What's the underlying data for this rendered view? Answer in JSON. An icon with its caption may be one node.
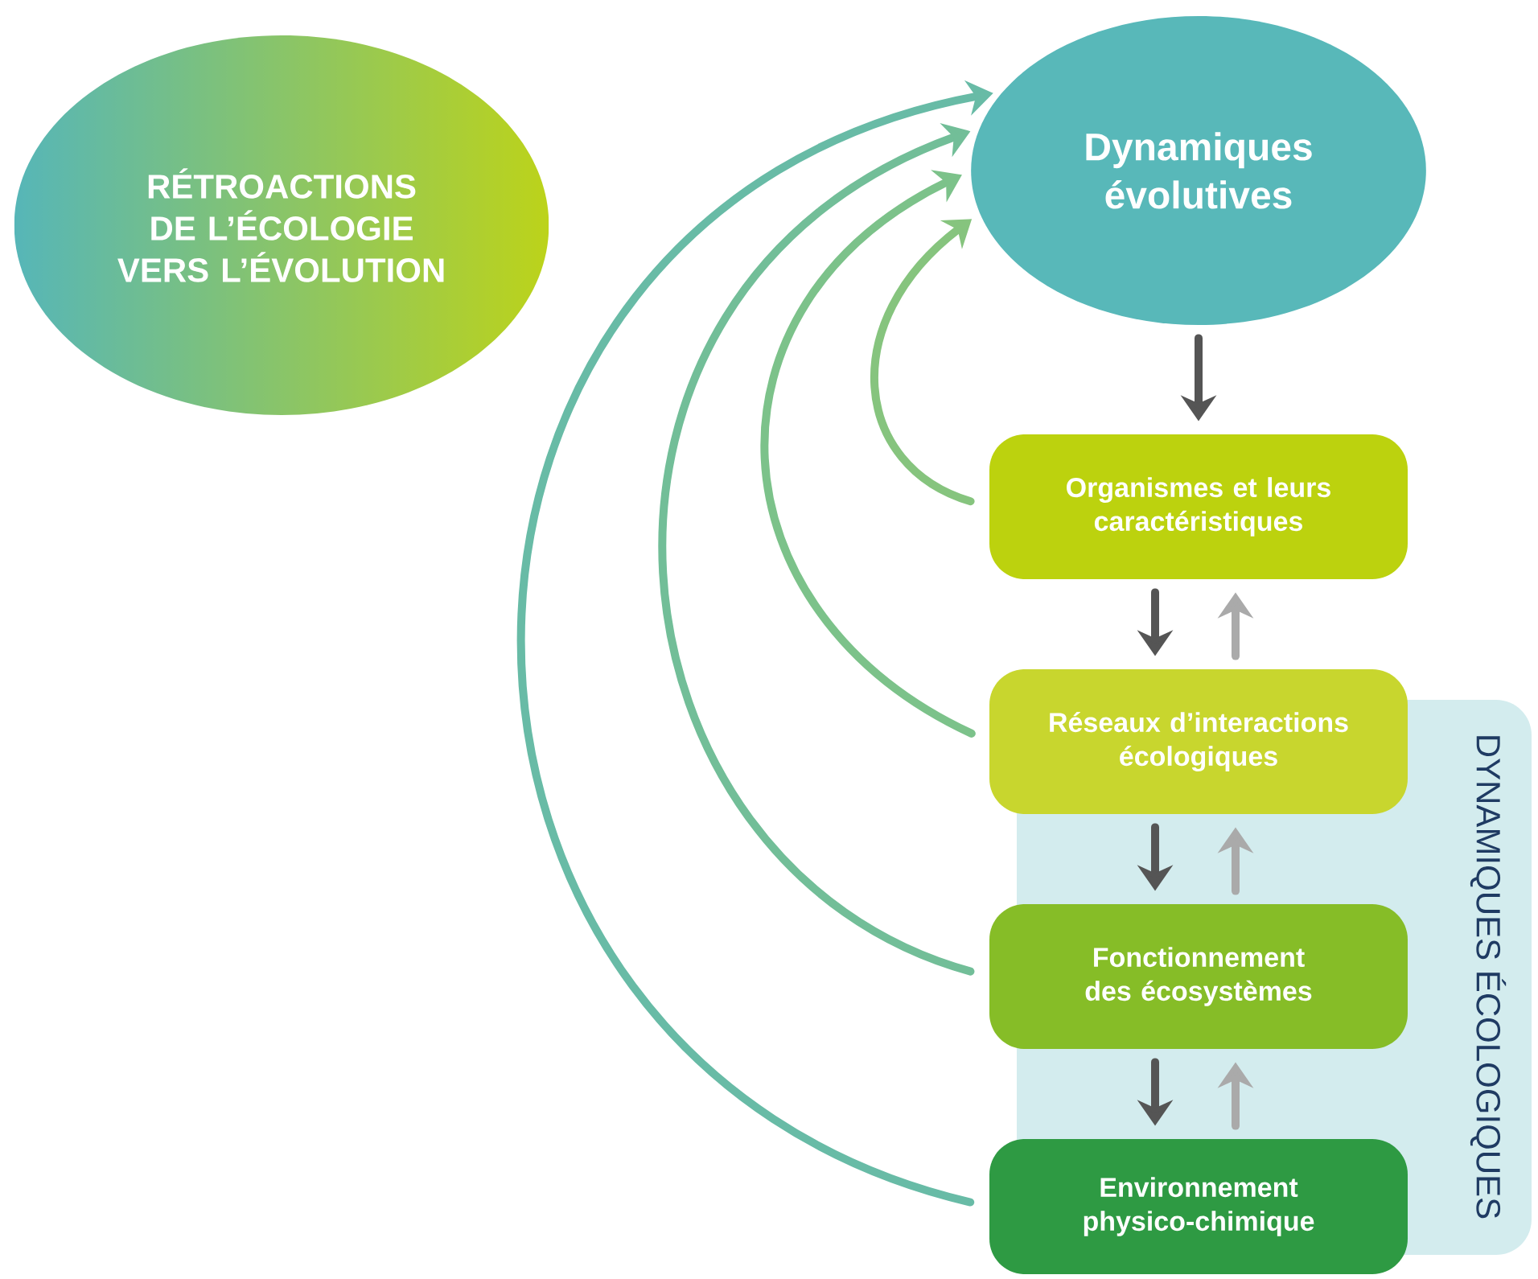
{
  "diagram": {
    "nodes": [
      {
        "text": [
          "RÉTROACTIONS DE L’ÉCOLOGIE VERS L’ÉVOLUTION"
        ]
      },
      {
        "text": [
          "Dynamiques évolutives"
        ]
      },
      {
        "text": [
          "Organismes et leurs caractéristiques"
        ]
      },
      {
        "text": [
          "Réseaux d’interactions écologiques"
        ]
      },
      {
        "text": [
          "Fonctionnement des écosystèmes"
        ]
      },
      {
        "text": [
          "Environnement physico-chimique"
        ]
      },
      {
        "text": [
          "DYNAMIQUES ÉCOLOGIQUES"
        ]
      }
    ],
    "edges": [
      {
        "from": 1,
        "to": 2,
        "arrow": "to",
        "color": "#555555"
      },
      {
        "from": 2,
        "to": 3,
        "arrow": "to",
        "color": "#555555"
      },
      {
        "from": 3,
        "to": 2,
        "arrow": "to",
        "color": "#aaaaaa"
      },
      {
        "from": 3,
        "to": 4,
        "arrow": "to",
        "color": "#555555"
      },
      {
        "from": 4,
        "to": 3,
        "arrow": "to",
        "color": "#aaaaaa"
      },
      {
        "from": 4,
        "to": 5,
        "arrow": "to",
        "color": "#555555"
      },
      {
        "from": 5,
        "to": 4,
        "arrow": "to",
        "color": "#aaaaaa"
      },
      {
        "from": 2,
        "to": 1,
        "arrow": "to",
        "color": "#86c47e"
      },
      {
        "from": 3,
        "to": 1,
        "arrow": "to",
        "color": "#7cc28a"
      },
      {
        "from": 4,
        "to": 1,
        "arrow": "to",
        "color": "#72be98"
      },
      {
        "from": 5,
        "to": 1,
        "arrow": "to",
        "color": "#68bba6"
      }
    ]
  }
}
